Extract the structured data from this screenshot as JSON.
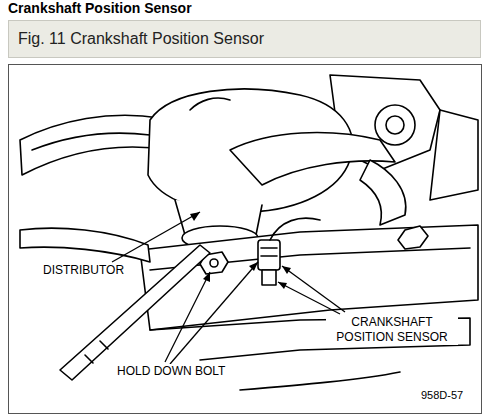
{
  "diagram": {
    "title": "Crankshaft Position Sensor",
    "caption": "Fig. 11 Crankshaft Position Sensor",
    "labels": [
      "DISTRIBUTOR",
      "HOLD DOWN BOLT",
      "CRANKSHAFT POSITION SENSOR",
      "958D-57"
    ]
  }
}
